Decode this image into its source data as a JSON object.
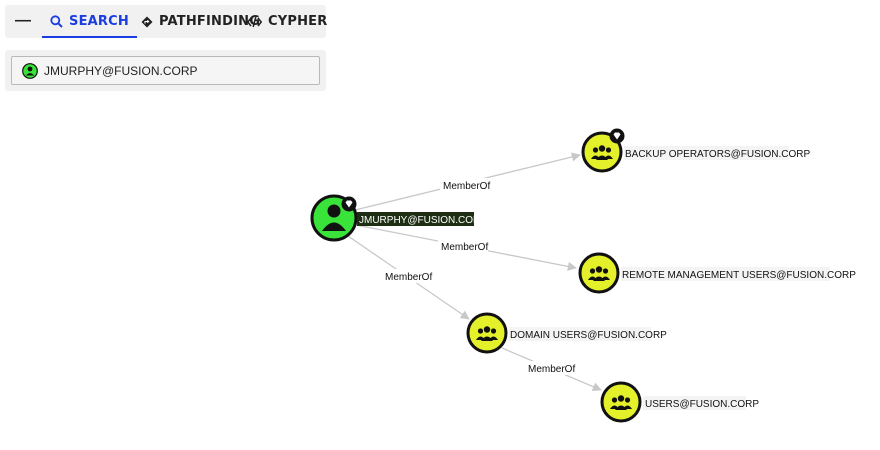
{
  "toolbar": {
    "tabs": [
      {
        "label": "SEARCH",
        "icon": "search-icon",
        "active": true
      },
      {
        "label": "PATHFINDING",
        "icon": "pathfinding-icon",
        "active": false
      },
      {
        "label": "CYPHER",
        "icon": "code-icon",
        "active": false
      }
    ],
    "collapse_icon": "minus-icon",
    "accent_color": "#1a3de0"
  },
  "search": {
    "value": "JMURPHY@FUSION.CORP",
    "node_type_icon": "user-icon"
  },
  "graph": {
    "colors": {
      "user_node": "#39e339",
      "group_node": "#e4f02a",
      "node_border": "#111111",
      "edge": "#c8c8c8"
    },
    "nodes": [
      {
        "id": "jmurphy",
        "label": "JMURPHY@FUSION.CORP",
        "type": "user",
        "selected": true,
        "badge": "high-value-icon"
      },
      {
        "id": "backup",
        "label": "BACKUP OPERATORS@FUSION.CORP",
        "type": "group",
        "badge": "high-value-icon"
      },
      {
        "id": "remote",
        "label": "REMOTE MANAGEMENT USERS@FUSION.CORP",
        "type": "group"
      },
      {
        "id": "domainusers",
        "label": "DOMAIN USERS@FUSION.CORP",
        "type": "group"
      },
      {
        "id": "users",
        "label": "USERS@FUSION.CORP",
        "type": "group"
      }
    ],
    "edges": [
      {
        "from": "jmurphy",
        "to": "backup",
        "label": "MemberOf"
      },
      {
        "from": "jmurphy",
        "to": "remote",
        "label": "MemberOf"
      },
      {
        "from": "jmurphy",
        "to": "domainusers",
        "label": "MemberOf"
      },
      {
        "from": "domainusers",
        "to": "users",
        "label": "MemberOf"
      }
    ]
  }
}
